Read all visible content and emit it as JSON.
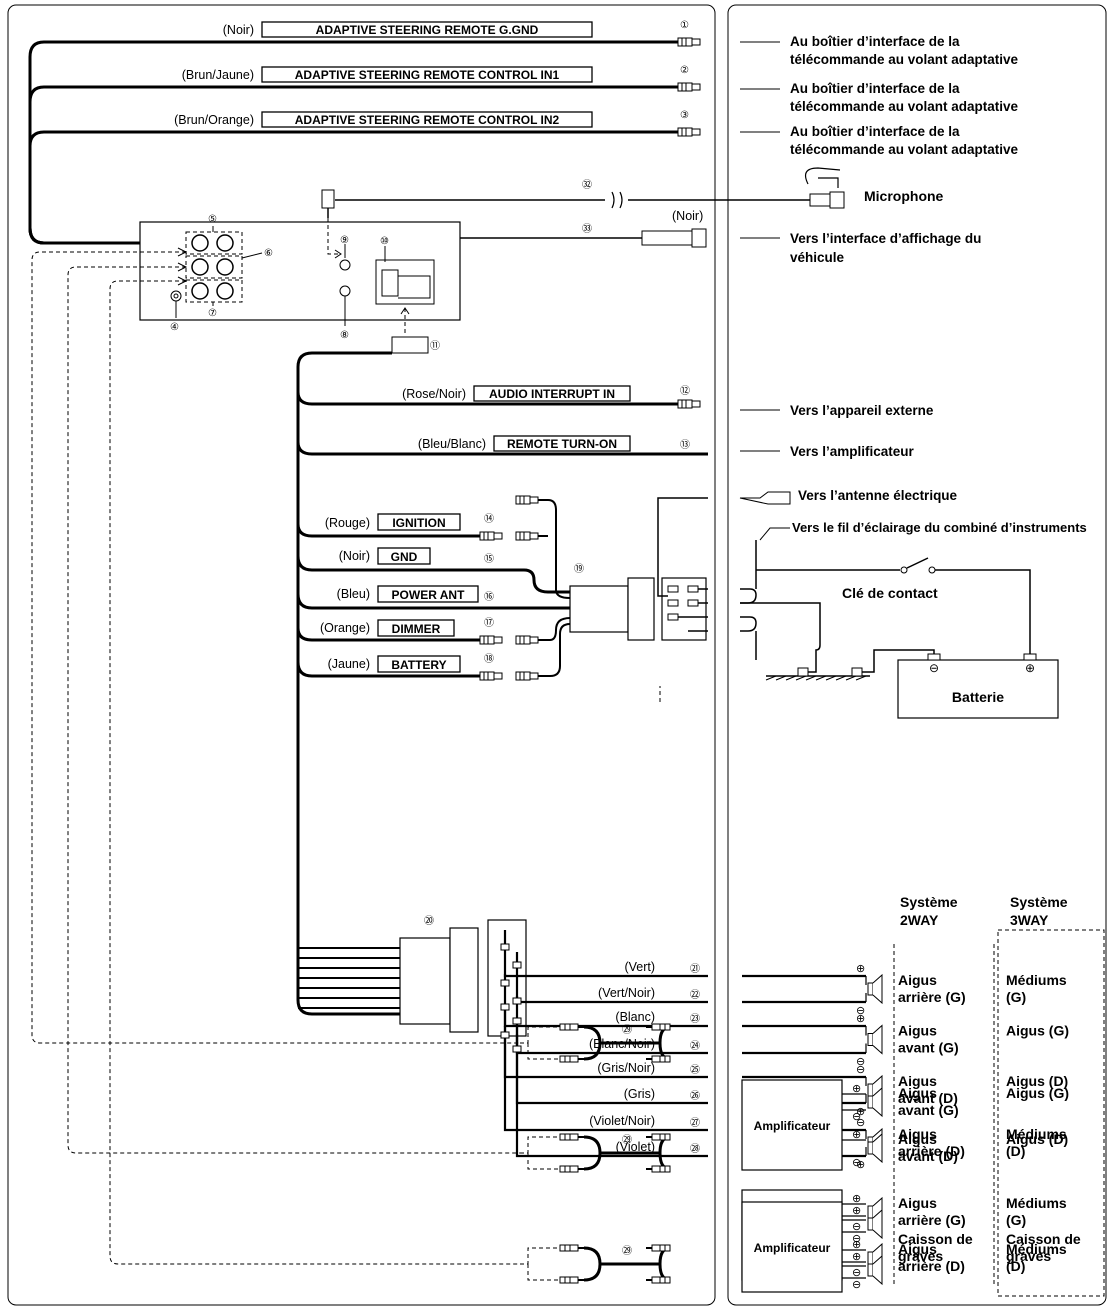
{
  "wires_top": [
    {
      "n": "①",
      "color": "(Noir)",
      "label": "ADAPTIVE STEERING REMOTE G.GND"
    },
    {
      "n": "②",
      "color": "(Brun/Jaune)",
      "label": "ADAPTIVE STEERING REMOTE CONTROL IN1"
    },
    {
      "n": "③",
      "color": "(Brun/Orange)",
      "label": "ADAPTIVE STEERING REMOTE CONTROL IN2"
    }
  ],
  "steering_dest": [
    "Au boîtier d’interface de la",
    "télécommande au volant adaptative"
  ],
  "jack_nums": {
    "n4": "④",
    "n5": "⑤",
    "n6": "⑥",
    "n7": "⑦",
    "n8": "⑧",
    "n9": "⑨",
    "n10": "⑩",
    "n11": "⑪"
  },
  "mic": {
    "n": "㉜",
    "label": "Microphone"
  },
  "display": {
    "n": "㉝",
    "color": "(Noir)",
    "dest": [
      "Vers l’interface d’affichage du",
      "véhicule"
    ]
  },
  "wires_mid": [
    {
      "n": "⑫",
      "color": "(Rose/Noir)",
      "label": "AUDIO INTERRUPT IN",
      "dest": "Vers l’appareil externe"
    },
    {
      "n": "⑬",
      "color": "(Bleu/Blanc)",
      "label": "REMOTE TURN-ON",
      "dest": "Vers l’amplificateur"
    }
  ],
  "power_wires": [
    {
      "n": "⑭",
      "color": "(Rouge)",
      "label": "IGNITION"
    },
    {
      "n": "⑮",
      "color": "(Noir)",
      "label": "GND"
    },
    {
      "n": "⑯",
      "color": "(Bleu)",
      "label": "POWER ANT"
    },
    {
      "n": "⑰",
      "color": "(Orange)",
      "label": "DIMMER"
    },
    {
      "n": "⑱",
      "color": "(Jaune)",
      "label": "BATTERY"
    }
  ],
  "n19": "⑲",
  "n20": "⑳",
  "n29": "㉙",
  "power_dest": {
    "antenna": "Vers l’antenne électrique",
    "illumination": "Vers le fil d’éclairage du combiné d’instruments",
    "ignition_key": "Clé de contact",
    "battery": "Batterie",
    "minus": "⊖",
    "plus": "⊕"
  },
  "speaker_wires": [
    {
      "n": "㉑",
      "color": "(Vert)"
    },
    {
      "n": "㉒",
      "color": "(Vert/Noir)"
    },
    {
      "n": "㉓",
      "color": "(Blanc)"
    },
    {
      "n": "㉔",
      "color": "(Blanc/Noir)"
    },
    {
      "n": "㉕",
      "color": "(Gris/Noir)"
    },
    {
      "n": "㉖",
      "color": "(Gris)"
    },
    {
      "n": "㉗",
      "color": "(Violet/Noir)"
    },
    {
      "n": "㉘",
      "color": "(Violet)"
    }
  ],
  "system_headers": {
    "a1": "Système",
    "a2": "2WAY",
    "b1": "Système",
    "b2": "3WAY"
  },
  "speakers": [
    {
      "two": [
        "Aigus",
        "arrière (G)"
      ],
      "three": [
        "Médiums",
        "(G)"
      ]
    },
    {
      "two": [
        "Aigus",
        "avant (G)"
      ],
      "three": [
        "Aigus (G)"
      ]
    },
    {
      "two": [
        "Aigus",
        "avant (D)"
      ],
      "three": [
        "Aigus (D)"
      ]
    },
    {
      "two": [
        "Aigus",
        "arrière (D)"
      ],
      "three": [
        "Médiums",
        "(D)"
      ]
    }
  ],
  "amp_label": "Amplificateur",
  "amp_groups": [
    {
      "two": [
        [
          "Aigus",
          "avant (G)"
        ],
        [
          "Aigus",
          "avant (D)"
        ]
      ],
      "three": [
        [
          "Aigus (G)"
        ],
        [
          "Aigus (D)"
        ]
      ]
    },
    {
      "two": [
        [
          "Aigus",
          "arrière (G)"
        ],
        [
          "Aigus",
          "arrière (D)"
        ]
      ],
      "three": [
        [
          "Médiums",
          "(G)"
        ],
        [
          "Médiums",
          "(D)"
        ]
      ]
    },
    {
      "two": [
        [
          "Caisson de",
          "graves"
        ]
      ],
      "three": [
        [
          "Caisson de",
          "graves"
        ]
      ]
    }
  ]
}
